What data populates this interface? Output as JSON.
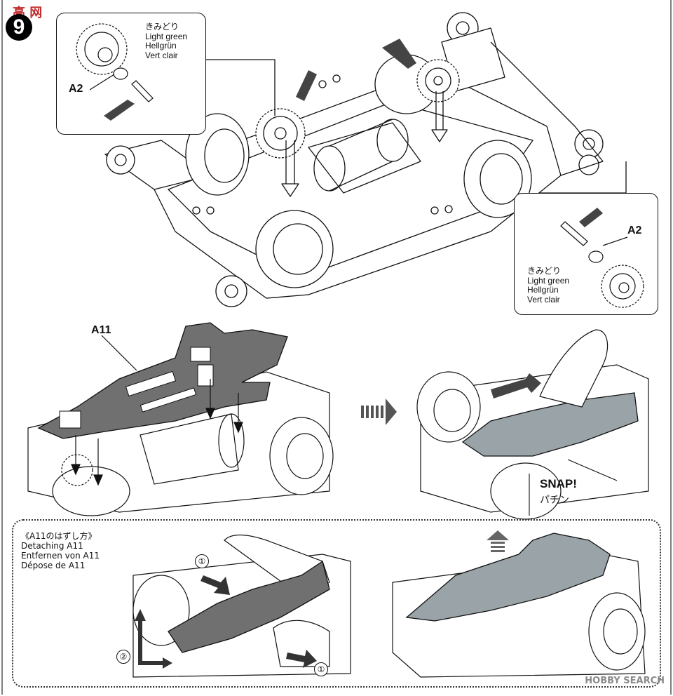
{
  "watermark_top": "高 网",
  "step_number": "9",
  "callout_top_left": {
    "color_lines": [
      "きみどり",
      "Light green",
      "Hellgrün",
      "Vert clair"
    ],
    "part": "A2"
  },
  "callout_right": {
    "part": "A2",
    "color_lines": [
      "きみどり",
      "Light green",
      "Hellgrün",
      "Vert clair"
    ]
  },
  "middle": {
    "part": "A11",
    "snap_en": "SNAP!",
    "snap_jp": "パチン"
  },
  "detach": {
    "title_lines": [
      "《A11のはずし方》",
      "Detaching A11",
      "Entfernen von A11",
      "Dépose de A11"
    ],
    "markers": [
      "①",
      "②",
      "①"
    ]
  },
  "watermark_bottom": "HOBBY SEARCH",
  "colors": {
    "line": "#111111",
    "part_fill": "#6e6e6e",
    "part_fill_light": "#9aa3a8",
    "grease": "#444444",
    "watermark": "#c22b2b"
  }
}
